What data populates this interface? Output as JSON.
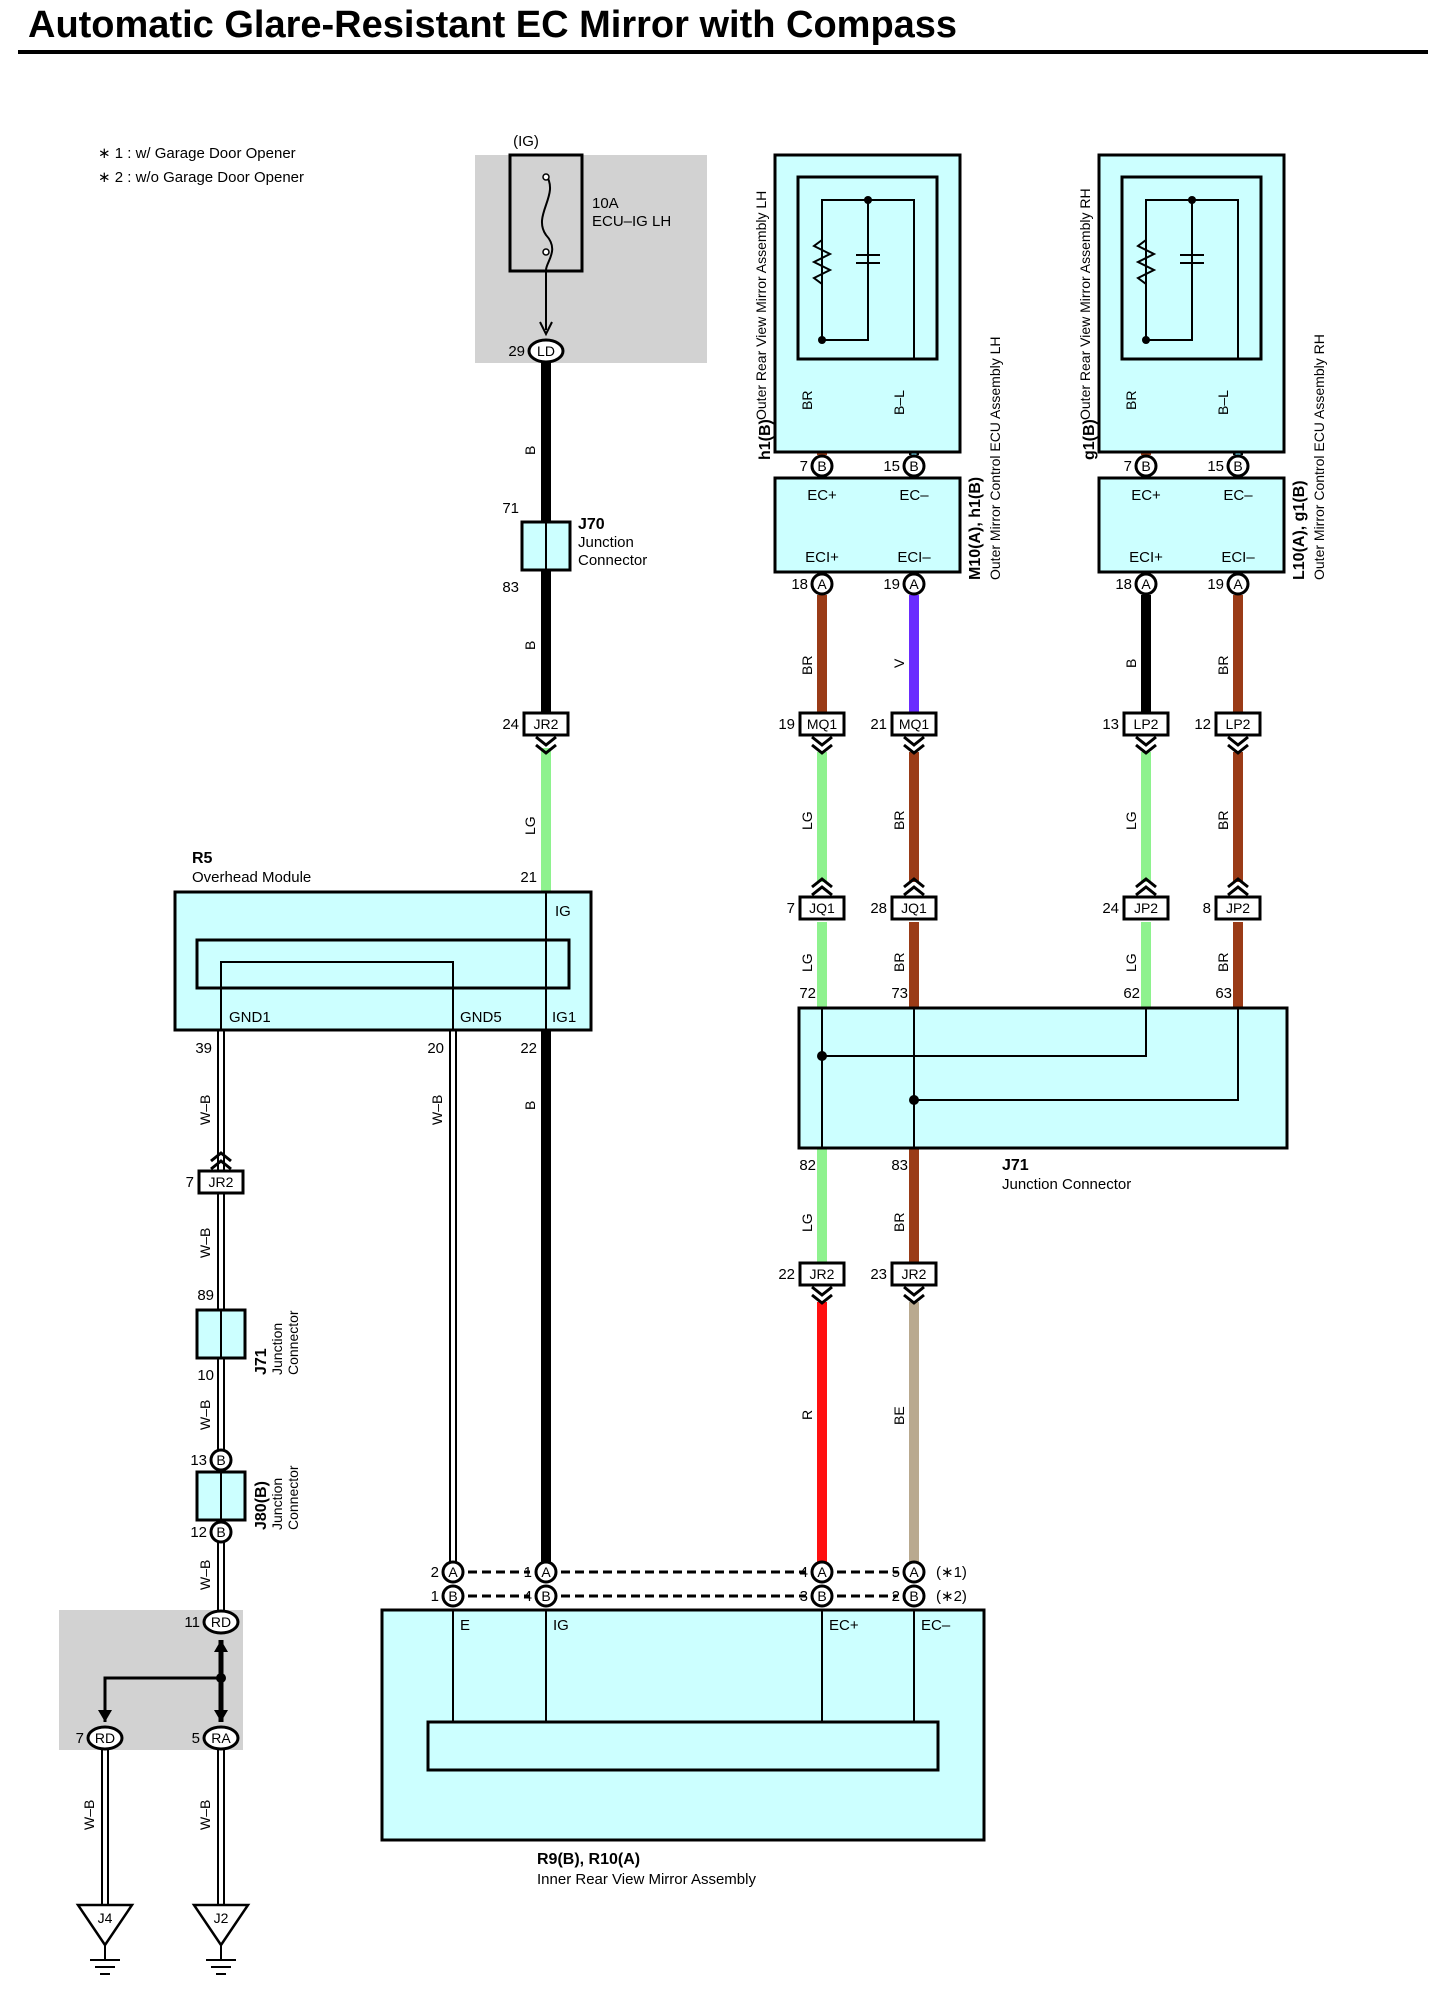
{
  "title": "Automatic Glare-Resistant EC Mirror with Compass",
  "notes": [
    "∗ 1 : w/ Garage Door Opener",
    "∗ 2 : w/o Garage Door Opener"
  ],
  "fuse": {
    "supply": "(IG)",
    "rating": "10A",
    "name": "ECU–IG LH",
    "pin": "29",
    "connector": "LD"
  },
  "j70": {
    "code": "J70",
    "name": [
      "Junction",
      "Connector"
    ],
    "pin_in": "71",
    "pin_out": "83"
  },
  "wire_colors": {
    "B": "#000000",
    "BR": "#9a3b17",
    "B-L": "#6fd8ee",
    "V": "#6a2cff",
    "LG": "#8ef28e",
    "W-B": "#ffffff",
    "R": "#ff1010",
    "BE": "#b9a98f"
  },
  "mirror_lh": {
    "label": "h1(B)",
    "name": "Outer Rear View Mirror Assembly LH",
    "pins": [
      {
        "num": "7",
        "letter": "B",
        "color": "BR"
      },
      {
        "num": "15",
        "letter": "B",
        "color": "B–L"
      }
    ]
  },
  "mirror_rh": {
    "label": "g1(B)",
    "name": "Outer Rear View Mirror Assembly RH",
    "pins": [
      {
        "num": "7",
        "letter": "B",
        "color": "BR"
      },
      {
        "num": "15",
        "letter": "B",
        "color": "B–L"
      }
    ]
  },
  "ecu_lh": {
    "label": "M10(A), h1(B)",
    "name": "Outer Mirror Control ECU Assembly LH",
    "terminals": [
      "EC+",
      "EC–",
      "ECI+",
      "ECI–"
    ],
    "pins": [
      {
        "num": "18",
        "letter": "A",
        "color": "BR"
      },
      {
        "num": "19",
        "letter": "A",
        "color": "V"
      }
    ]
  },
  "ecu_rh": {
    "label": "L10(A), g1(B)",
    "name": "Outer Mirror Control ECU Assembly RH",
    "terminals": [
      "EC+",
      "EC–",
      "ECI+",
      "ECI–"
    ],
    "pins": [
      {
        "num": "18",
        "letter": "A",
        "color": "B"
      },
      {
        "num": "19",
        "letter": "A",
        "color": "BR"
      }
    ]
  },
  "jr2_ig": {
    "pin": "24",
    "code": "JR2",
    "wire_above": "B",
    "wire_below": "LG"
  },
  "mq1": [
    {
      "pin": "19",
      "code": "MQ1",
      "color_below": "LG"
    },
    {
      "pin": "21",
      "code": "MQ1",
      "color_below": "BR"
    }
  ],
  "lp2": [
    {
      "pin": "13",
      "code": "LP2",
      "color_below": "LG"
    },
    {
      "pin": "12",
      "code": "LP2",
      "color_below": "BR"
    }
  ],
  "jq1": [
    {
      "pin": "7",
      "code": "JQ1",
      "color_below": "LG"
    },
    {
      "pin": "28",
      "code": "JQ1",
      "color_below": "BR"
    }
  ],
  "jp2": [
    {
      "pin": "24",
      "code": "JP2",
      "color_below": "LG"
    },
    {
      "pin": "8",
      "code": "JP2",
      "color_below": "BR"
    }
  ],
  "j71_right": {
    "code": "J71",
    "name": "Junction Connector",
    "pins_top": [
      "72",
      "73",
      "62",
      "63"
    ],
    "pins_bottom": [
      "82",
      "83"
    ]
  },
  "jr2_lower": [
    {
      "pin": "22",
      "code": "JR2",
      "color_below": "R"
    },
    {
      "pin": "23",
      "code": "JR2",
      "color_below": "BE"
    }
  ],
  "r5": {
    "code": "R5",
    "name": "Overhead Module",
    "terminals": [
      "IG",
      "GND1",
      "GND5",
      "IG1"
    ],
    "pins": [
      "21",
      "39",
      "20",
      "22"
    ],
    "wire_colors": [
      "LG",
      "W–B",
      "W–B",
      "B"
    ]
  },
  "jr2_left": {
    "pin": "7",
    "code": "JR2",
    "color": "W–B"
  },
  "j71_left": {
    "code": "J71",
    "name": [
      "Junction",
      "Connector"
    ],
    "pin_in": "89",
    "pin_out": "10"
  },
  "j80": {
    "code": "J80(B)",
    "name": [
      "Junction",
      "Connector"
    ],
    "pin_in": "13",
    "pin_out": "12",
    "letter": "B"
  },
  "rd_block": {
    "pin_top": "11",
    "code_top": "RD",
    "left": {
      "pin": "7",
      "code": "RD"
    },
    "right": {
      "pin": "5",
      "code": "RA"
    }
  },
  "grounds": [
    "J4",
    "J2"
  ],
  "inner_mirror": {
    "label": "R9(B), R10(A)",
    "name": "Inner Rear View Mirror Assembly",
    "terminals": [
      "E",
      "IG",
      "EC+",
      "EC–"
    ],
    "row_a": [
      {
        "num": "2",
        "letter": "A"
      },
      {
        "num": "1",
        "letter": "A"
      },
      {
        "num": "4",
        "letter": "A"
      },
      {
        "num": "5",
        "letter": "A"
      }
    ],
    "row_b": [
      {
        "num": "1",
        "letter": "B"
      },
      {
        "num": "4",
        "letter": "B"
      },
      {
        "num": "3",
        "letter": "B"
      },
      {
        "num": "2",
        "letter": "B"
      }
    ],
    "note_a": "(∗1)",
    "note_b": "(∗2)"
  }
}
